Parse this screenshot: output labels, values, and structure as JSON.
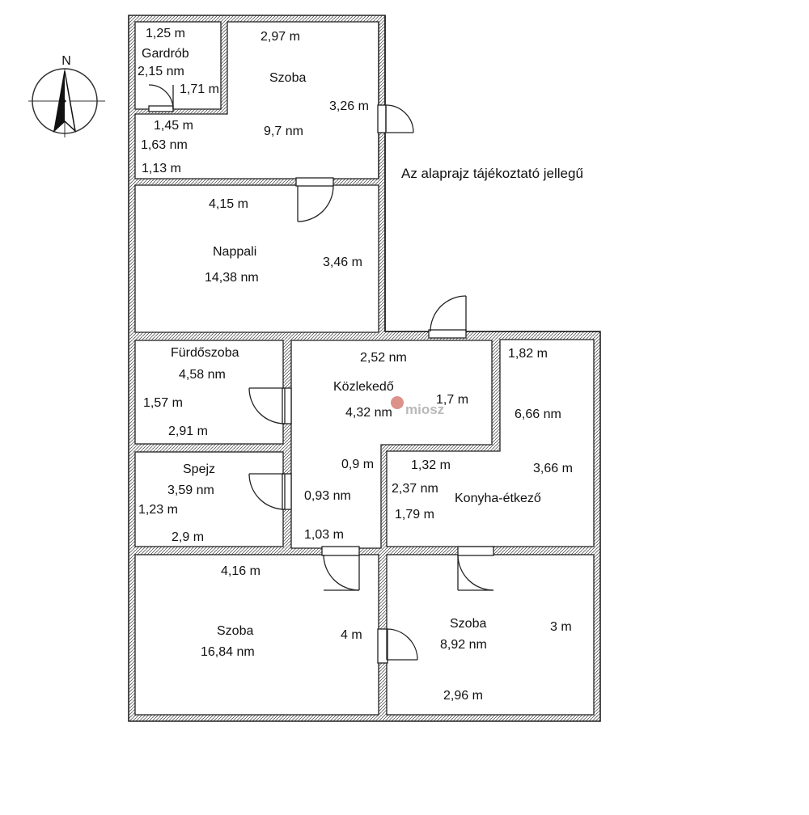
{
  "note": "Az alaprajz tájékoztató jellegű",
  "compass": {
    "label": "N"
  },
  "watermark": "miosz",
  "colors": {
    "wall_fill": "#ffffff",
    "wall_line": "#222222",
    "text": "#111111",
    "watermark": "#c0392b"
  },
  "rooms": {
    "gardrob": {
      "name": "Gardrób",
      "area": "2,15 nm",
      "dims": [
        "1,25 m",
        "1,71 m"
      ]
    },
    "szoba_top": {
      "name": "Szoba",
      "area": "9,7 nm",
      "dims": [
        "2,97 m",
        "3,26 m",
        "1,45 m",
        "1,63 nm",
        "1,13 m"
      ]
    },
    "nappali": {
      "name": "Nappali",
      "area": "14,38 nm",
      "dims": [
        "4,15 m",
        "3,46 m"
      ]
    },
    "furdoszoba": {
      "name": "Fürdőszoba",
      "area": "4,58 nm",
      "dims": [
        "1,57 m",
        "2,91 m"
      ]
    },
    "spejz": {
      "name": "Spejz",
      "area": "3,59 nm",
      "dims": [
        "1,23 m",
        "2,9 m"
      ]
    },
    "kozlekedo": {
      "name": "Közlekedő",
      "area": "4,32 nm",
      "dims": [
        "2,52 nm",
        "1,7 m",
        "0,9 m",
        "0,93 nm",
        "1,03 m"
      ]
    },
    "konyha": {
      "name": "Konyha-étkező",
      "area": "6,66 nm",
      "dims": [
        "1,82 m",
        "3,66 m",
        "1,32 m",
        "2,37 nm",
        "1,79 m"
      ]
    },
    "szoba_bl": {
      "name": "Szoba",
      "area": "16,84 nm",
      "dims": [
        "4,16 m",
        "4 m"
      ]
    },
    "szoba_br": {
      "name": "Szoba",
      "area": "8,92 nm",
      "dims": [
        "3 m",
        "2,96 m"
      ]
    }
  }
}
